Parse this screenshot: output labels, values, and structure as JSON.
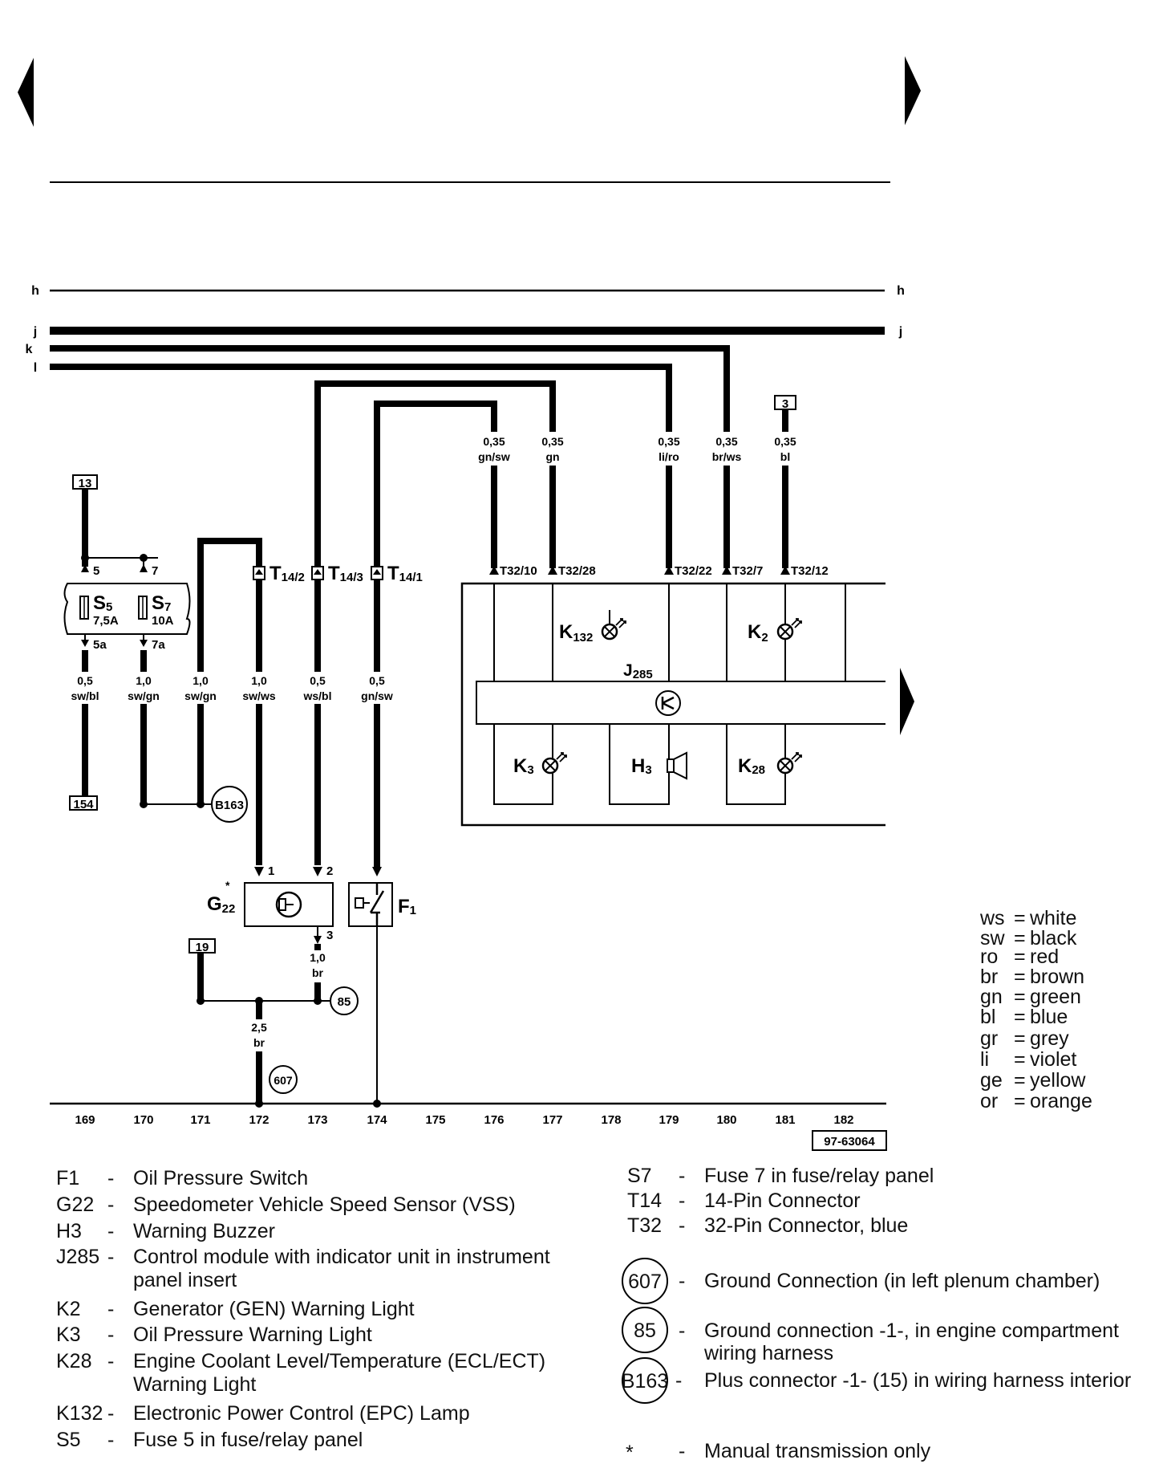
{
  "navigation": {
    "prev_arrow": "previous-page",
    "next_arrow": "next-page",
    "continue_arrow": "continues-right"
  },
  "bus_labels": {
    "h": "h",
    "j": "j",
    "k": "k",
    "l": "l"
  },
  "ref_boxes": {
    "r13": "13",
    "r3": "3",
    "r154": "154",
    "r19": "19"
  },
  "ground_circles": {
    "b163": "B163",
    "g85": "85",
    "g607": "607"
  },
  "fuses": {
    "s5": {
      "name": "S",
      "sub": "5",
      "rating": "7,5A",
      "in": "5",
      "out": "5a"
    },
    "s7": {
      "name": "S",
      "sub": "7",
      "rating": "10A",
      "in": "7",
      "out": "7a"
    }
  },
  "connectors": {
    "t14_2": {
      "main": "T",
      "sub": "14/2"
    },
    "t14_3": {
      "main": "T",
      "sub": "14/3"
    },
    "t14_1": {
      "main": "T",
      "sub": "14/1"
    },
    "t32_10": "T32/10",
    "t32_28": "T32/28",
    "t32_22": "T32/22",
    "t32_7": "T32/7",
    "t32_12": "T32/12"
  },
  "wires": {
    "w1": {
      "size": "0,5",
      "color": "sw/bl"
    },
    "w2": {
      "size": "1,0",
      "color": "sw/gn"
    },
    "w3": {
      "size": "1,0",
      "color": "sw/gn"
    },
    "w4": {
      "size": "1,0",
      "color": "sw/ws"
    },
    "w5": {
      "size": "0,5",
      "color": "ws/bl"
    },
    "w6": {
      "size": "0,5",
      "color": "gn/sw"
    },
    "w7": {
      "size": "0,35",
      "color": "gn/sw"
    },
    "w8": {
      "size": "0,35",
      "color": "gn"
    },
    "w9": {
      "size": "0,35",
      "color": "li/ro"
    },
    "w10": {
      "size": "0,35",
      "color": "br/ws"
    },
    "w11": {
      "size": "0,35",
      "color": "bl"
    },
    "w12": {
      "size": "1,0",
      "color": "br"
    },
    "w13": {
      "size": "2,5",
      "color": "br"
    }
  },
  "components": {
    "k132": {
      "main": "K",
      "sub": "132"
    },
    "k2": {
      "main": "K",
      "sub": "2"
    },
    "j285": {
      "main": "J",
      "sub": "285"
    },
    "k3": {
      "main": "K",
      "sub": "3"
    },
    "h3": {
      "main": "H",
      "sub": "3"
    },
    "k28": {
      "main": "K",
      "sub": "28"
    },
    "g22": {
      "main": "G",
      "sub": "22",
      "mark": "*",
      "pin1": "1",
      "pin2": "2",
      "pin3": "3"
    },
    "f1": {
      "main": "F",
      "sub": "1"
    }
  },
  "track_numbers": [
    "169",
    "170",
    "171",
    "172",
    "173",
    "174",
    "175",
    "176",
    "177",
    "178",
    "179",
    "180",
    "181",
    "182"
  ],
  "diagram_id": "97-63064",
  "color_legend": [
    {
      "abbr": "ws",
      "name": "white"
    },
    {
      "abbr": "sw",
      "name": "black"
    },
    {
      "abbr": "ro",
      "name": "red"
    },
    {
      "abbr": "br",
      "name": "brown"
    },
    {
      "abbr": "gn",
      "name": "green"
    },
    {
      "abbr": "bl",
      "name": "blue"
    },
    {
      "abbr": "gr",
      "name": "grey"
    },
    {
      "abbr": "li",
      "name": "violet"
    },
    {
      "abbr": "ge",
      "name": "yellow"
    },
    {
      "abbr": "or",
      "name": "orange"
    }
  ],
  "legend_left": [
    {
      "code": "F1",
      "text": "Oil Pressure Switch"
    },
    {
      "code": "G22",
      "text": "Speedometer Vehicle Speed Sensor (VSS)"
    },
    {
      "code": "H3",
      "text": "Warning Buzzer"
    },
    {
      "code": "J285",
      "text": "Control module with indicator unit in instrument",
      "text2": "panel insert"
    },
    {
      "code": "K2",
      "text": "Generator (GEN) Warning Light"
    },
    {
      "code": "K3",
      "text": "Oil Pressure Warning Light"
    },
    {
      "code": "K28",
      "text": "Engine Coolant Level/Temperature (ECL/ECT)",
      "text2": "Warning Light"
    },
    {
      "code": "K132",
      "text": "Electronic Power Control (EPC) Lamp"
    },
    {
      "code": "S5",
      "text": "Fuse 5 in fuse/relay panel"
    }
  ],
  "legend_right": [
    {
      "code": "S7",
      "text": "Fuse 7 in fuse/relay panel"
    },
    {
      "code": "T14",
      "text": "14-Pin Connector"
    },
    {
      "code": "T32",
      "text": "32-Pin Connector, blue"
    }
  ],
  "legend_grounds": [
    {
      "code": "607",
      "text": "Ground Connection (in left plenum chamber)"
    },
    {
      "code": "85",
      "text": "Ground connection -1-, in engine compartment",
      "text2": "wiring harness"
    },
    {
      "code": "B163",
      "text": "Plus connector -1- (15) in wiring harness interior"
    }
  ],
  "legend_note": {
    "mark": "*",
    "text": "Manual transmission only"
  }
}
